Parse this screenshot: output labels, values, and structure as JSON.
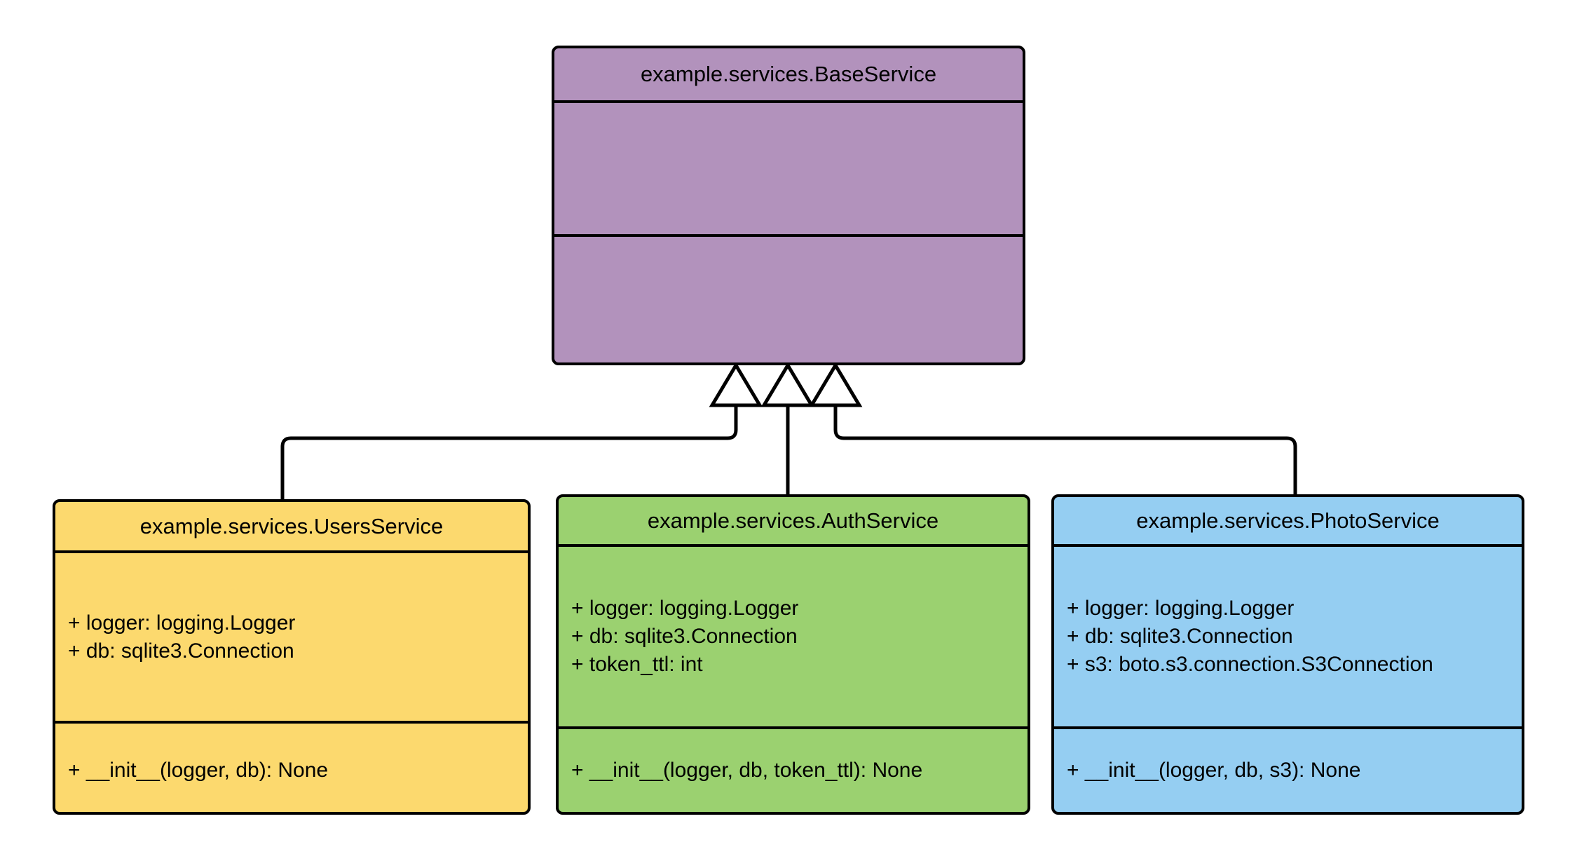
{
  "diagram": {
    "type": "uml-class-diagram",
    "background_color": "#ffffff",
    "line_color": "#000000",
    "classes": [
      {
        "id": "base-service",
        "name": "example.services.BaseService",
        "fill_color": "#b292bc",
        "attributes": [],
        "methods": []
      },
      {
        "id": "users-service",
        "name": "example.services.UsersService",
        "fill_color": "#fcd96e",
        "attributes": [
          "+ logger: logging.Logger",
          "+ db: sqlite3.Connection"
        ],
        "methods": [
          "+ __init__(logger, db): None"
        ]
      },
      {
        "id": "auth-service",
        "name": "example.services.AuthService",
        "fill_color": "#9bd170",
        "attributes": [
          "+ logger: logging.Logger",
          "+ db: sqlite3.Connection",
          "+ token_ttl: int"
        ],
        "methods": [
          "+ __init__(logger, db, token_ttl): None"
        ]
      },
      {
        "id": "photo-service",
        "name": "example.services.PhotoService",
        "fill_color": "#95cef2",
        "attributes": [
          "+ logger: logging.Logger",
          "+ db: sqlite3.Connection",
          "+ s3: boto.s3.connection.S3Connection"
        ],
        "methods": [
          "+ __init__(logger, db, s3): None"
        ]
      }
    ],
    "relationships": [
      {
        "kind": "inheritance",
        "from": "users-service",
        "to": "base-service",
        "arrow": "hollow-triangle"
      },
      {
        "kind": "inheritance",
        "from": "auth-service",
        "to": "base-service",
        "arrow": "hollow-triangle"
      },
      {
        "kind": "inheritance",
        "from": "photo-service",
        "to": "base-service",
        "arrow": "hollow-triangle"
      }
    ]
  }
}
